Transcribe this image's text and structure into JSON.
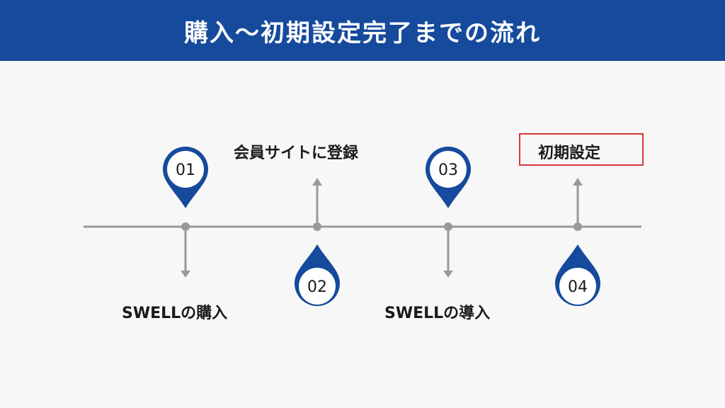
{
  "header": {
    "title": "購入〜初期設定完了までの流れ"
  },
  "colors": {
    "header_bg": "#154a9c",
    "pin": "#154a9c",
    "axis": "#999999",
    "badge_border": "#d9363e"
  },
  "steps": [
    {
      "number": "01",
      "label": "SWELLの購入"
    },
    {
      "number": "02",
      "label": "会員サイトに登録"
    },
    {
      "number": "03",
      "label": "SWELLの導入"
    },
    {
      "number": "04",
      "label": "初期設定"
    }
  ]
}
